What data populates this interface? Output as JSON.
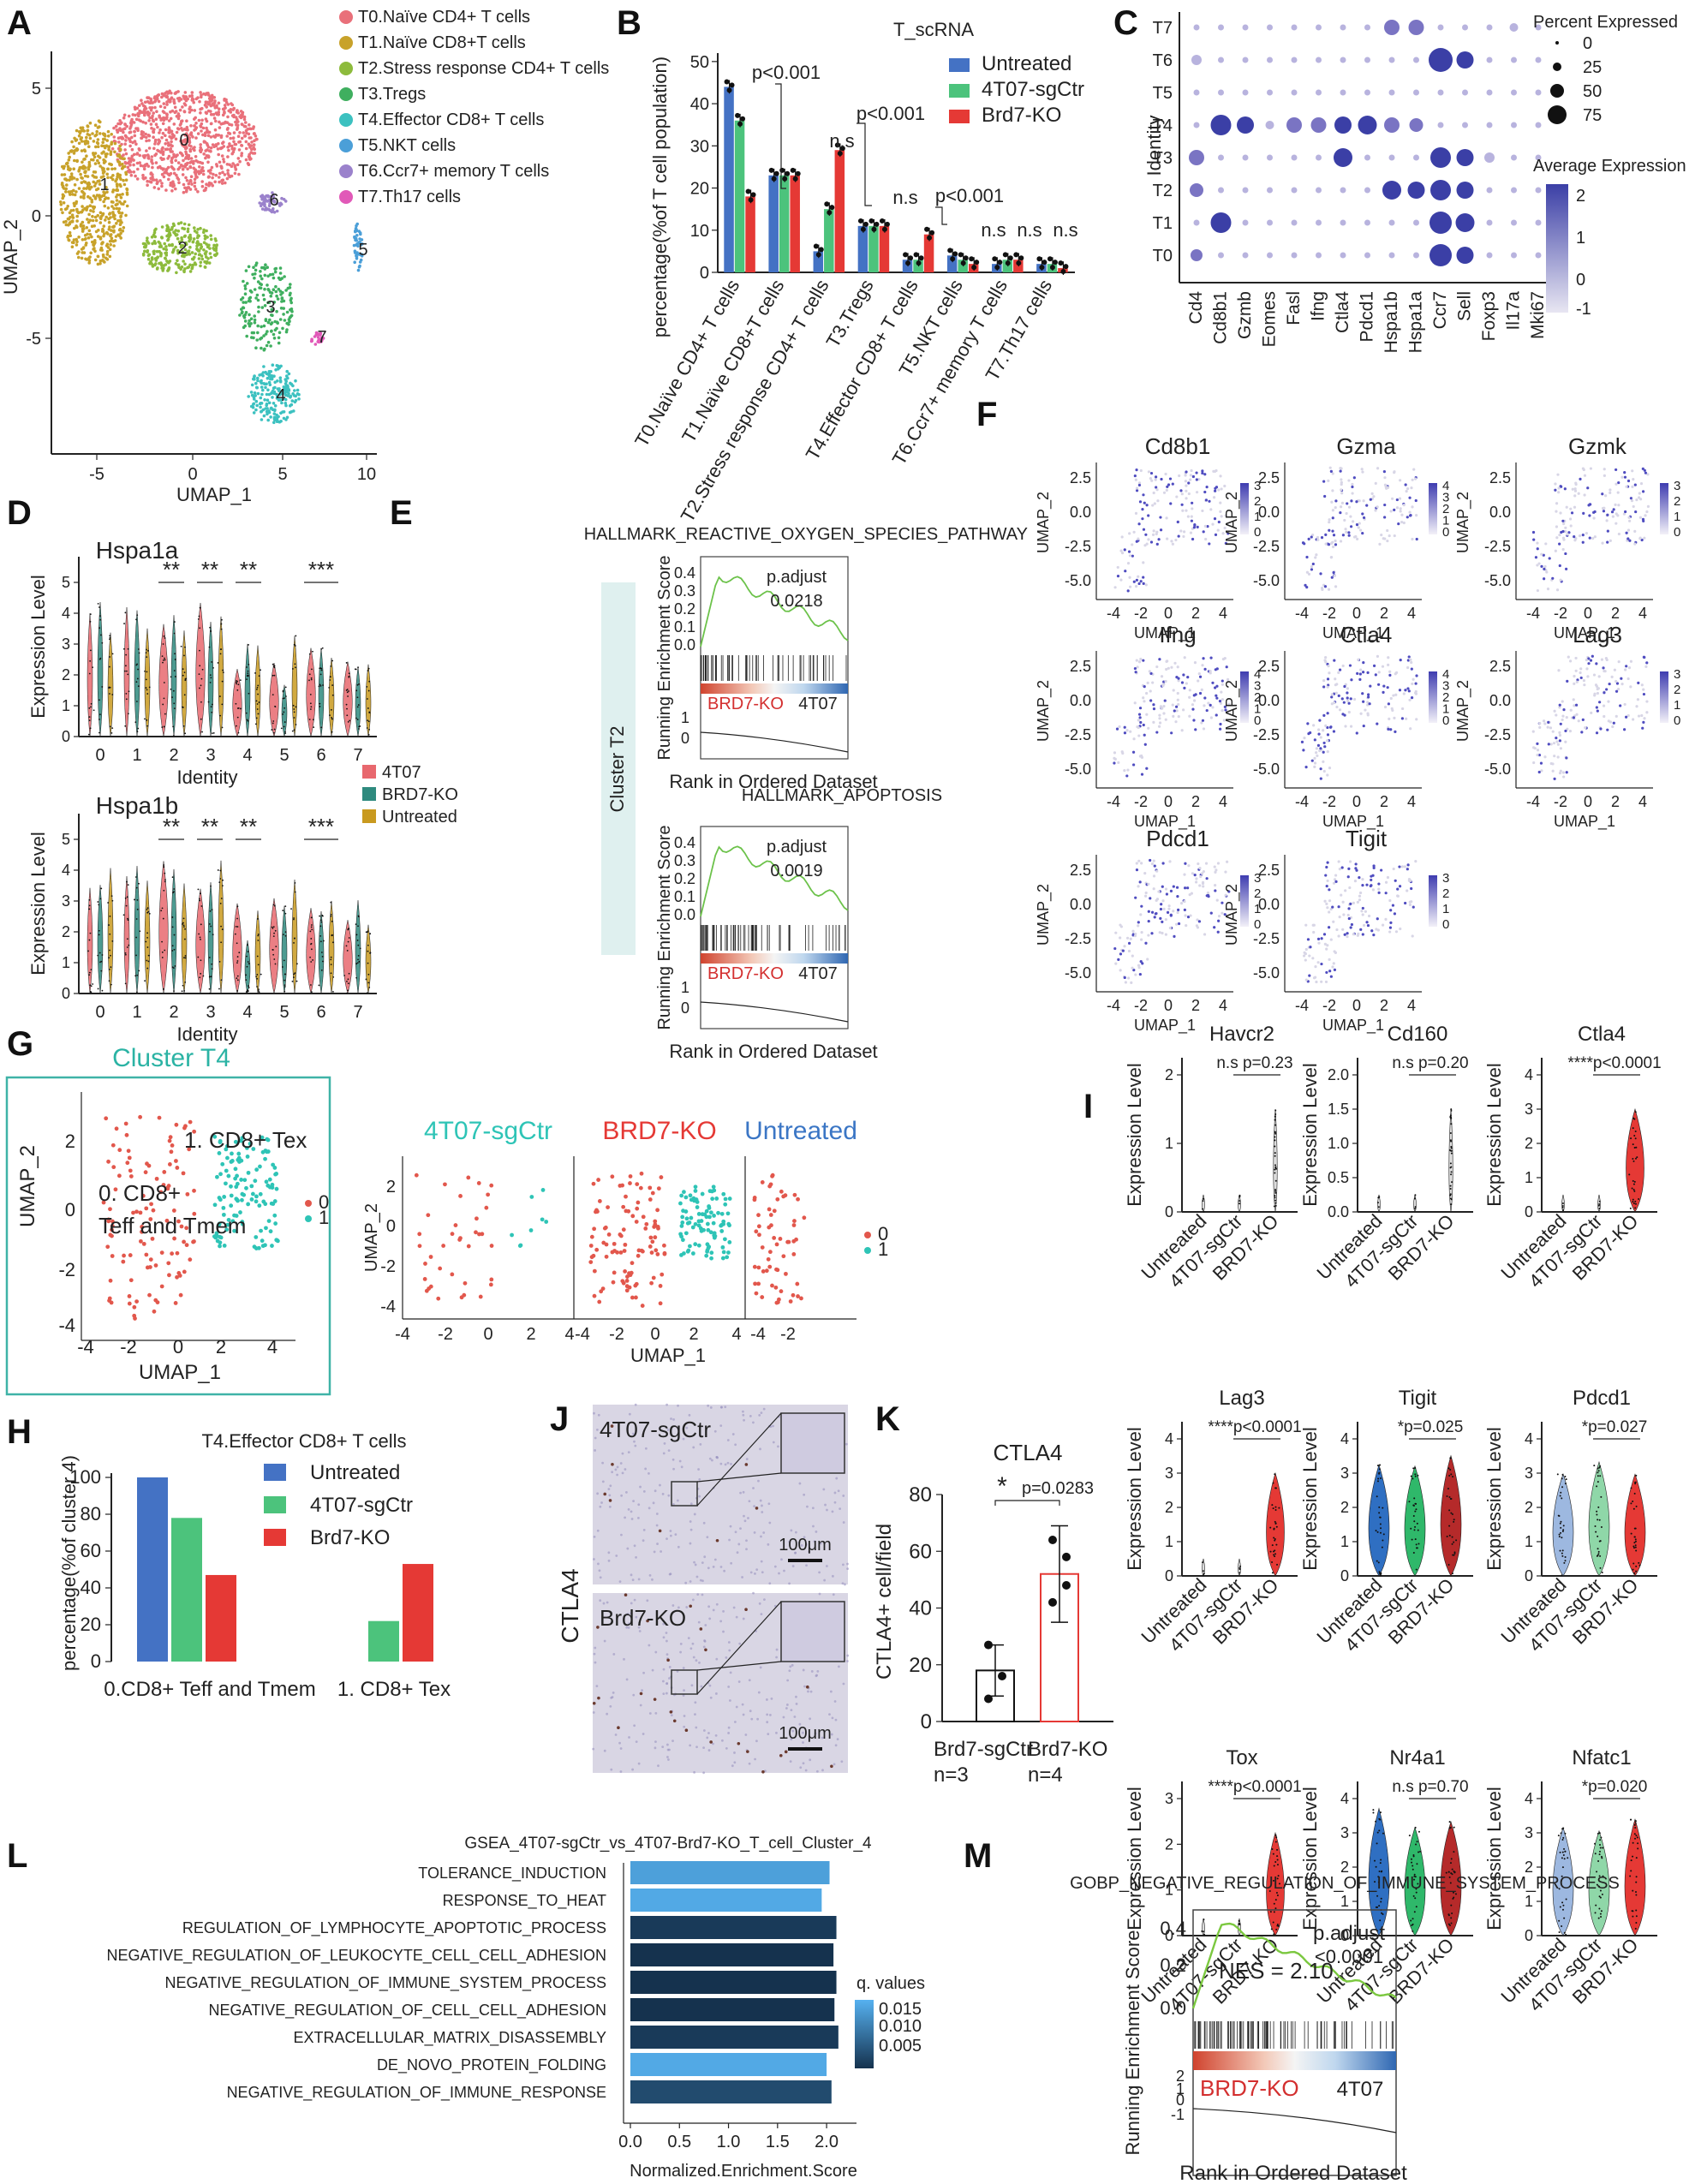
{
  "panels": {
    "A": "A",
    "B": "B",
    "C": "C",
    "D": "D",
    "E": "E",
    "F": "F",
    "G": "G",
    "H": "H",
    "I": "I",
    "J": "J",
    "K": "K",
    "L": "L",
    "M": "M"
  },
  "a": {
    "xlabel": "UMAP_1",
    "ylabel": "UMAP_2",
    "xticks": [
      "-5",
      "0",
      "5",
      "10"
    ],
    "yticks": [
      "5",
      "0",
      "-5"
    ],
    "cluster_ids": [
      "0",
      "1",
      "2",
      "3",
      "4",
      "5",
      "6",
      "7"
    ],
    "legend": [
      {
        "label": "T0.Naïve CD4+ T cells",
        "color": "#E9707A"
      },
      {
        "label": "T1.Naïve CD8+T cells",
        "color": "#C8A22A"
      },
      {
        "label": "T2.Stress response CD4+ T cells",
        "color": "#8DBB3C"
      },
      {
        "label": "T3.Tregs",
        "color": "#3FAF5F"
      },
      {
        "label": "T4.Effector CD8+ T cells",
        "color": "#3CC1C0"
      },
      {
        "label": "T5.NKT cells",
        "color": "#4B9FD8"
      },
      {
        "label": "T6.Ccr7+ memory T cells",
        "color": "#9B82CC"
      },
      {
        "label": "T7.Th17 cells",
        "color": "#E159B8"
      }
    ]
  },
  "b": {
    "title": "T_scRNA",
    "ylabel": "percentage(%of T cell population)",
    "yticks": [
      "0",
      "10",
      "20",
      "30",
      "40",
      "50"
    ],
    "categories": [
      "T0.Naïve CD4+ T cells",
      "T1.Naïve CD8+T cells",
      "T2.Stress response CD4+ T cells",
      "T3.Tregs",
      "T4.Effector CD8+ T cells",
      "T5.NKT cells",
      "T6.Ccr7+ memory T cells",
      "T7.Th17 cells"
    ],
    "legend": [
      "Untreated",
      "4T07-sgCtr",
      "Brd7-KO"
    ],
    "annotations": [
      "p<0.001",
      "n.s",
      "p<0.001",
      "n.s",
      "p<0.001",
      "n.s",
      "n.s",
      "n.s"
    ]
  },
  "c": {
    "ylabel": "Identity",
    "rows": [
      "T7",
      "T6",
      "T5",
      "T4",
      "T3",
      "T2",
      "T1",
      "T0"
    ],
    "genes": [
      "Cd4",
      "Cd8b1",
      "Gzmb",
      "Eomes",
      "Fasl",
      "Ifng",
      "Ctla4",
      "Pdcd1",
      "Hspa1b",
      "Hspa1a",
      "Ccr7",
      "Sell",
      "Foxp3",
      "Il17a",
      "Mki67"
    ],
    "size_title": "Percent Expressed",
    "size_labels": [
      "0",
      "25",
      "50",
      "75"
    ],
    "color_title": "Average Expression",
    "color_labels": [
      "2",
      "1",
      "0",
      "-1"
    ]
  },
  "d": {
    "top_title": "Hspa1a",
    "bottom_title": "Hspa1b",
    "ylabel": "Expression Level",
    "xlabel": "Identity",
    "xticks": [
      "0",
      "1",
      "2",
      "3",
      "4",
      "5",
      "6",
      "7"
    ],
    "yticks": [
      "0",
      "1",
      "2",
      "3",
      "4",
      "5"
    ],
    "stars": [
      "**",
      "**",
      "**",
      "***"
    ],
    "legend": [
      {
        "label": "4T07",
        "color": "#E8686E"
      },
      {
        "label": "BRD7-KO",
        "color": "#2E8A7E"
      },
      {
        "label": "Untreated",
        "color": "#C99A1F"
      }
    ]
  },
  "e": {
    "title1": "HALLMARK_REACTIVE_OXYGEN_SPECIES_PATHWAY",
    "title2": "HALLMARK_APOPTOSIS",
    "side": "Cluster T2",
    "ylabel": "Running Enrichment Score",
    "xlabel": "Rank in Ordered Dataset",
    "padj_label": "p.adjust",
    "padj1": "0.0218",
    "padj2": "0.0019",
    "ko": "BRD7-KO",
    "ctrl": "4T07",
    "yticks1": [
      "0.4",
      "0.3",
      "0.2",
      "0.1",
      "0.0"
    ],
    "yticks2": [
      "0.4",
      "0.3",
      "0.2",
      "0.1",
      "0.0"
    ],
    "rank_ticks": [
      "1",
      "0"
    ]
  },
  "f": {
    "genes": [
      "Cd8b1",
      "Gzma",
      "Gzmk",
      "Ifng",
      "Ctla4",
      "Lag3",
      "Pdcd1",
      "Tigit"
    ],
    "xlabel": "UMAP_1",
    "ylabel": "UMAP_2",
    "xticks": [
      "-4",
      "-2",
      "0",
      "2",
      "4"
    ],
    "yticks": [
      "2.5",
      "0.0",
      "-2.5",
      "-5.0"
    ],
    "scale3": [
      "3",
      "2",
      "1",
      "0"
    ],
    "scale4": [
      "4",
      "3",
      "2",
      "1",
      "0"
    ]
  },
  "g": {
    "title": "Cluster T4",
    "lab1": "1. CD8+ Tex",
    "lab0a": "0. CD8+",
    "lab0b": "Teff and Tmem",
    "groups": [
      "4T07-sgCtr",
      "BRD7-KO",
      "Untreated"
    ],
    "xlabel": "UMAP_1",
    "ylabel": "UMAP_2",
    "xticks": [
      "-4",
      "-2",
      "0",
      "2",
      "4"
    ],
    "yticks": [
      "2",
      "0",
      "-2",
      "-4"
    ],
    "legend": [
      "0",
      "1"
    ]
  },
  "h": {
    "title": "T4.Effector CD8+ T cells",
    "ylabel": "percentage(%of cluster 4)",
    "yticks": [
      "0",
      "20",
      "40",
      "60",
      "80",
      "100"
    ],
    "legend": [
      "Untreated",
      "4T07-sgCtr",
      "Brd7-KO"
    ]
  },
  "j": {
    "top": "4T07-sgCtr",
    "bottom": "Brd7-KO",
    "side": "CTLA4",
    "scale": "100μm"
  },
  "k": {
    "title": "CTLA4",
    "ylabel": "CTLA4+ cell/field",
    "yticks": [
      "0",
      "20",
      "40",
      "60",
      "80"
    ],
    "pval": "p=0.0283",
    "star": "*",
    "groups": [
      "Brd7-sgCtr",
      "Brd7-KO"
    ],
    "ns": [
      "n=3",
      "n=4"
    ]
  },
  "i": {
    "ylabel": "Expression Level",
    "xcats": [
      "Untreated",
      "4T07-sgCtr",
      "BRD7-KO"
    ],
    "panels": [
      {
        "gene": "Havcr2",
        "stat": "n.s p=0.23",
        "yt": [
          "0",
          "1",
          "2"
        ]
      },
      {
        "gene": "Cd160",
        "stat": "n.s p=0.20",
        "yt": [
          "0.0",
          "0.5",
          "1.0",
          "1.5",
          "2.0"
        ]
      },
      {
        "gene": "Ctla4",
        "stat": "****p<0.0001",
        "yt": [
          "0",
          "1",
          "2",
          "3",
          "4"
        ]
      },
      {
        "gene": "Lag3",
        "stat": "****p<0.0001",
        "yt": [
          "0",
          "1",
          "2",
          "3",
          "4"
        ]
      },
      {
        "gene": "Tigit",
        "stat": "*p=0.025",
        "yt": [
          "0",
          "1",
          "2",
          "3",
          "4"
        ]
      },
      {
        "gene": "Pdcd1",
        "stat": "*p=0.027",
        "yt": [
          "0",
          "1",
          "2",
          "3",
          "4"
        ]
      },
      {
        "gene": "Tox",
        "stat": "****p<0.0001",
        "yt": [
          "0",
          "1",
          "2",
          "3"
        ]
      },
      {
        "gene": "Nr4a1",
        "stat": "n.s p=0.70",
        "yt": [
          "0",
          "1",
          "2",
          "3",
          "4"
        ]
      },
      {
        "gene": "Nfatc1",
        "stat": "*p=0.020",
        "yt": [
          "0",
          "1",
          "2",
          "3",
          "4"
        ]
      }
    ]
  },
  "l": {
    "title": "GSEA_4T07-sgCtr_vs_4T07-Brd7-KO_T_cell_Cluster_4",
    "xlabel": "Normalized.Enrichment.Score",
    "xticks": [
      "0.0",
      "0.5",
      "1.0",
      "1.5",
      "2.0"
    ],
    "legend_title": "q. values",
    "legend_ticks": [
      "0.015",
      "0.010",
      "0.005"
    ],
    "terms": [
      "TOLERANCE_INDUCTION",
      "RESPONSE_TO_HEAT",
      "REGULATION_OF_LYMPHOCYTE_APOPTOTIC_PROCESS",
      "NEGATIVE_REGULATION_OF_LEUKOCYTE_CELL_CELL_ADHESION",
      "NEGATIVE_REGULATION_OF_IMMUNE_SYSTEM_PROCESS",
      "NEGATIVE_REGULATION_OF_CELL_CELL_ADHESION",
      "EXTRACELLULAR_MATRIX_DISASSEMBLY",
      "DE_NOVO_PROTEIN_FOLDING",
      "NEGATIVE_REGULATION_OF_IMMUNE_RESPONSE"
    ]
  },
  "m": {
    "title": "GOBP_NEGATIVE_REGULATION_OF_IMMUNE_SYSTEM_PROCESS",
    "nes": "NES = 2.10",
    "padj_label": "p.adjust",
    "padj": "<0.0001",
    "ylabel": "Running Enrichment Score",
    "xlabel": "Rank in Ordered Dataset",
    "yticks": [
      "0.4",
      "0.2",
      "0.0"
    ],
    "rank_ticks": [
      "2",
      "1",
      "0",
      "-1"
    ],
    "ko": "BRD7-KO",
    "ctrl": "4T07"
  },
  "chart_data": [
    {
      "type": "bar",
      "title": "T_scRNA",
      "categories": [
        "T0.Naïve CD4+ T cells",
        "T1.Naïve CD8+T cells",
        "T2.Stress response CD4+ T cells",
        "T3.Tregs",
        "T4.Effector CD8+ T cells",
        "T5.NKT cells",
        "T6.Ccr7+ memory T cells",
        "T7.Th17 cells"
      ],
      "ylabel": "percentage(%of T cell population)",
      "ylim": [
        0,
        52
      ],
      "series": [
        {
          "name": "Untreated",
          "color": "#4472C4",
          "values": [
            44,
            23,
            5,
            11,
            3,
            4,
            2,
            2
          ]
        },
        {
          "name": "4T07-sgCtr",
          "color": "#4CC37C",
          "values": [
            36,
            23,
            15,
            11,
            3,
            3,
            3,
            2
          ]
        },
        {
          "name": "Brd7-KO",
          "color": "#E53935",
          "values": [
            18,
            23,
            29,
            11,
            9,
            2,
            3,
            1
          ]
        }
      ]
    },
    {
      "type": "bar",
      "title": "T4.Effector CD8+ T cells",
      "categories": [
        "0.CD8+ Teff and Tmem",
        "1. CD8+ Tex"
      ],
      "ylabel": "percentage(%of cluster 4)",
      "ylim": [
        0,
        100
      ],
      "series": [
        {
          "name": "Untreated",
          "color": "#4472C4",
          "values": [
            100,
            0
          ]
        },
        {
          "name": "4T07-sgCtr",
          "color": "#4CC37C",
          "values": [
            78,
            22
          ]
        },
        {
          "name": "Brd7-KO",
          "color": "#E53935",
          "values": [
            47,
            53
          ]
        }
      ]
    },
    {
      "type": "bar",
      "title": "CTLA4",
      "categories": [
        "Brd7-sgCtr",
        "Brd7-KO"
      ],
      "ylabel": "CTLA4+ cell/field",
      "ylim": [
        0,
        80
      ],
      "values": [
        18,
        52
      ],
      "error": [
        9,
        17
      ],
      "points": [
        [
          27,
          16,
          8
        ],
        [
          64,
          48,
          42,
          58
        ]
      ]
    },
    {
      "type": "bar",
      "title": "GSEA_4T07-sgCtr_vs_4T07-Brd7-KO_T_cell_Cluster_4",
      "categories": [
        "TOLERANCE_INDUCTION",
        "RESPONSE_TO_HEAT",
        "REGULATION_OF_LYMPHOCYTE_APOPTOTIC_PROCESS",
        "NEGATIVE_REGULATION_OF_LEUKOCYTE_CELL_CELL_ADHESION",
        "NEGATIVE_REGULATION_OF_IMMUNE_SYSTEM_PROCESS",
        "NEGATIVE_REGULATION_OF_CELL_CELL_ADHESION",
        "EXTRACELLULAR_MATRIX_DISASSEMBLY",
        "DE_NOVO_PROTEIN_FOLDING",
        "NEGATIVE_REGULATION_OF_IMMUNE_RESPONSE"
      ],
      "xlabel": "Normalized.Enrichment.Score",
      "xlim": [
        0,
        2.2
      ],
      "values": [
        2.03,
        1.95,
        2.1,
        2.07,
        2.1,
        2.08,
        2.12,
        2.0,
        2.05
      ],
      "q_values": [
        0.016,
        0.017,
        0.004,
        0.003,
        0.003,
        0.003,
        0.004,
        0.017,
        0.006
      ]
    }
  ]
}
